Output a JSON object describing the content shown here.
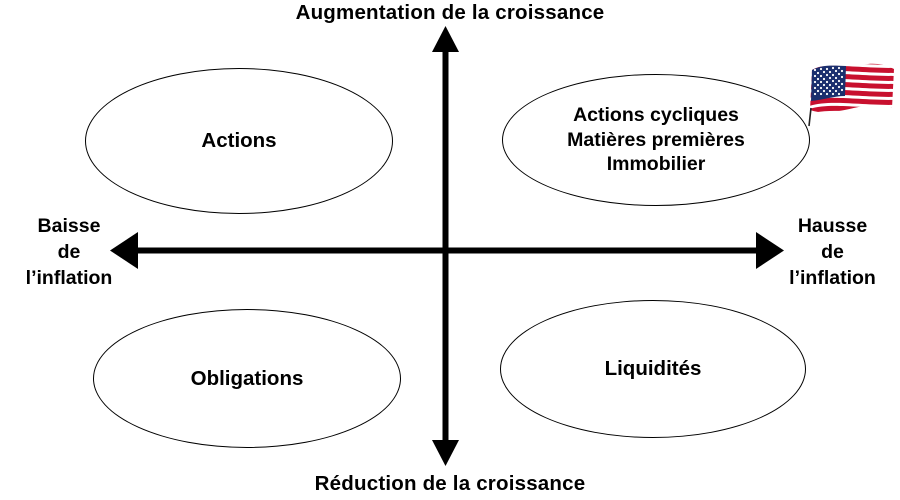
{
  "diagram": {
    "title_top": "Augmentation de la croissance",
    "title_bottom": "Réduction de la croissance",
    "axis_left_label": "Baisse\nde\nl’inflation",
    "axis_right_label": "Hausse\nde\nl’inflation",
    "axis_left_lines": [
      "Baisse",
      "de",
      "l’inflation"
    ],
    "axis_right_lines": [
      "Hausse",
      "de",
      "l’inflation"
    ],
    "quadrants": [
      {
        "id": "top-left",
        "label": "Actions",
        "lines": [
          "Actions"
        ]
      },
      {
        "id": "top-right",
        "label": "Actions cycliques\nMatières premières\nImmobilier",
        "lines": [
          "Actions cycliques",
          "Matières premières",
          "Immobilier"
        ]
      },
      {
        "id": "bottom-left",
        "label": "Obligations",
        "lines": [
          "Obligations"
        ]
      },
      {
        "id": "bottom-right",
        "label": "Liquidités",
        "lines": [
          "Liquidités"
        ]
      }
    ],
    "flag": {
      "name": "united-states-flag",
      "colors": {
        "red": "#c8102e",
        "white": "#ffffff",
        "blue": "#1b2f6e"
      }
    },
    "colors": {
      "axis": "#000000",
      "outline": "#000000",
      "text": "#000000",
      "background": "#ffffff"
    }
  }
}
